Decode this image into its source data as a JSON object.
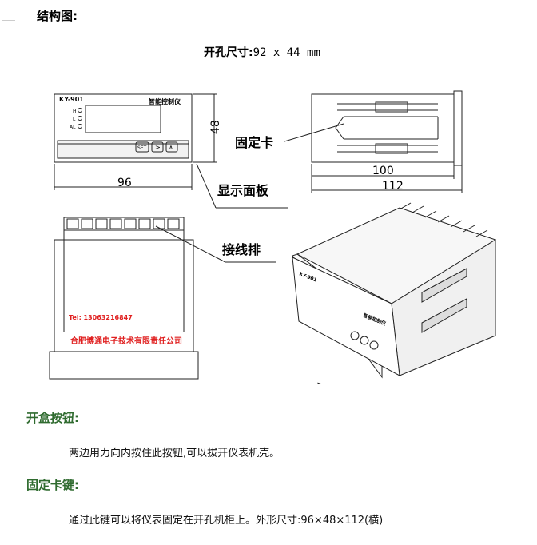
{
  "heading": "结构图:",
  "cutout": {
    "label": "开孔尺寸:",
    "value": "92 x 44 mm"
  },
  "front_view": {
    "model": "KY-901",
    "brand": "智能控制仪",
    "indicators": [
      "H",
      "L",
      "AL"
    ],
    "keys": [
      "SET",
      ">",
      "∧"
    ],
    "dim_width": "96",
    "dim_height": "48"
  },
  "side_view": {
    "dim_inner": "100",
    "dim_outer": "112"
  },
  "callouts": {
    "clip": "固定卡",
    "panel": "显示面板",
    "terminal": "接线排"
  },
  "top_view": {
    "tel": "Tel: 13063216847",
    "company": "合肥博通电子技术有限责任公司"
  },
  "iso_view": {
    "model": "KY-901",
    "brand": "智能控制仪"
  },
  "sections": [
    {
      "title": "开盒按钮:",
      "text": "两边用力向内按住此按钮,可以拔开仪表机壳。"
    },
    {
      "title": "固定卡键:",
      "text": "通过此键可以将仪表固定在开孔机柜上。外形尺寸:96×48×112(横)"
    }
  ],
  "colors": {
    "section_title": "#2f6b2f",
    "watermark": "#e02020"
  }
}
